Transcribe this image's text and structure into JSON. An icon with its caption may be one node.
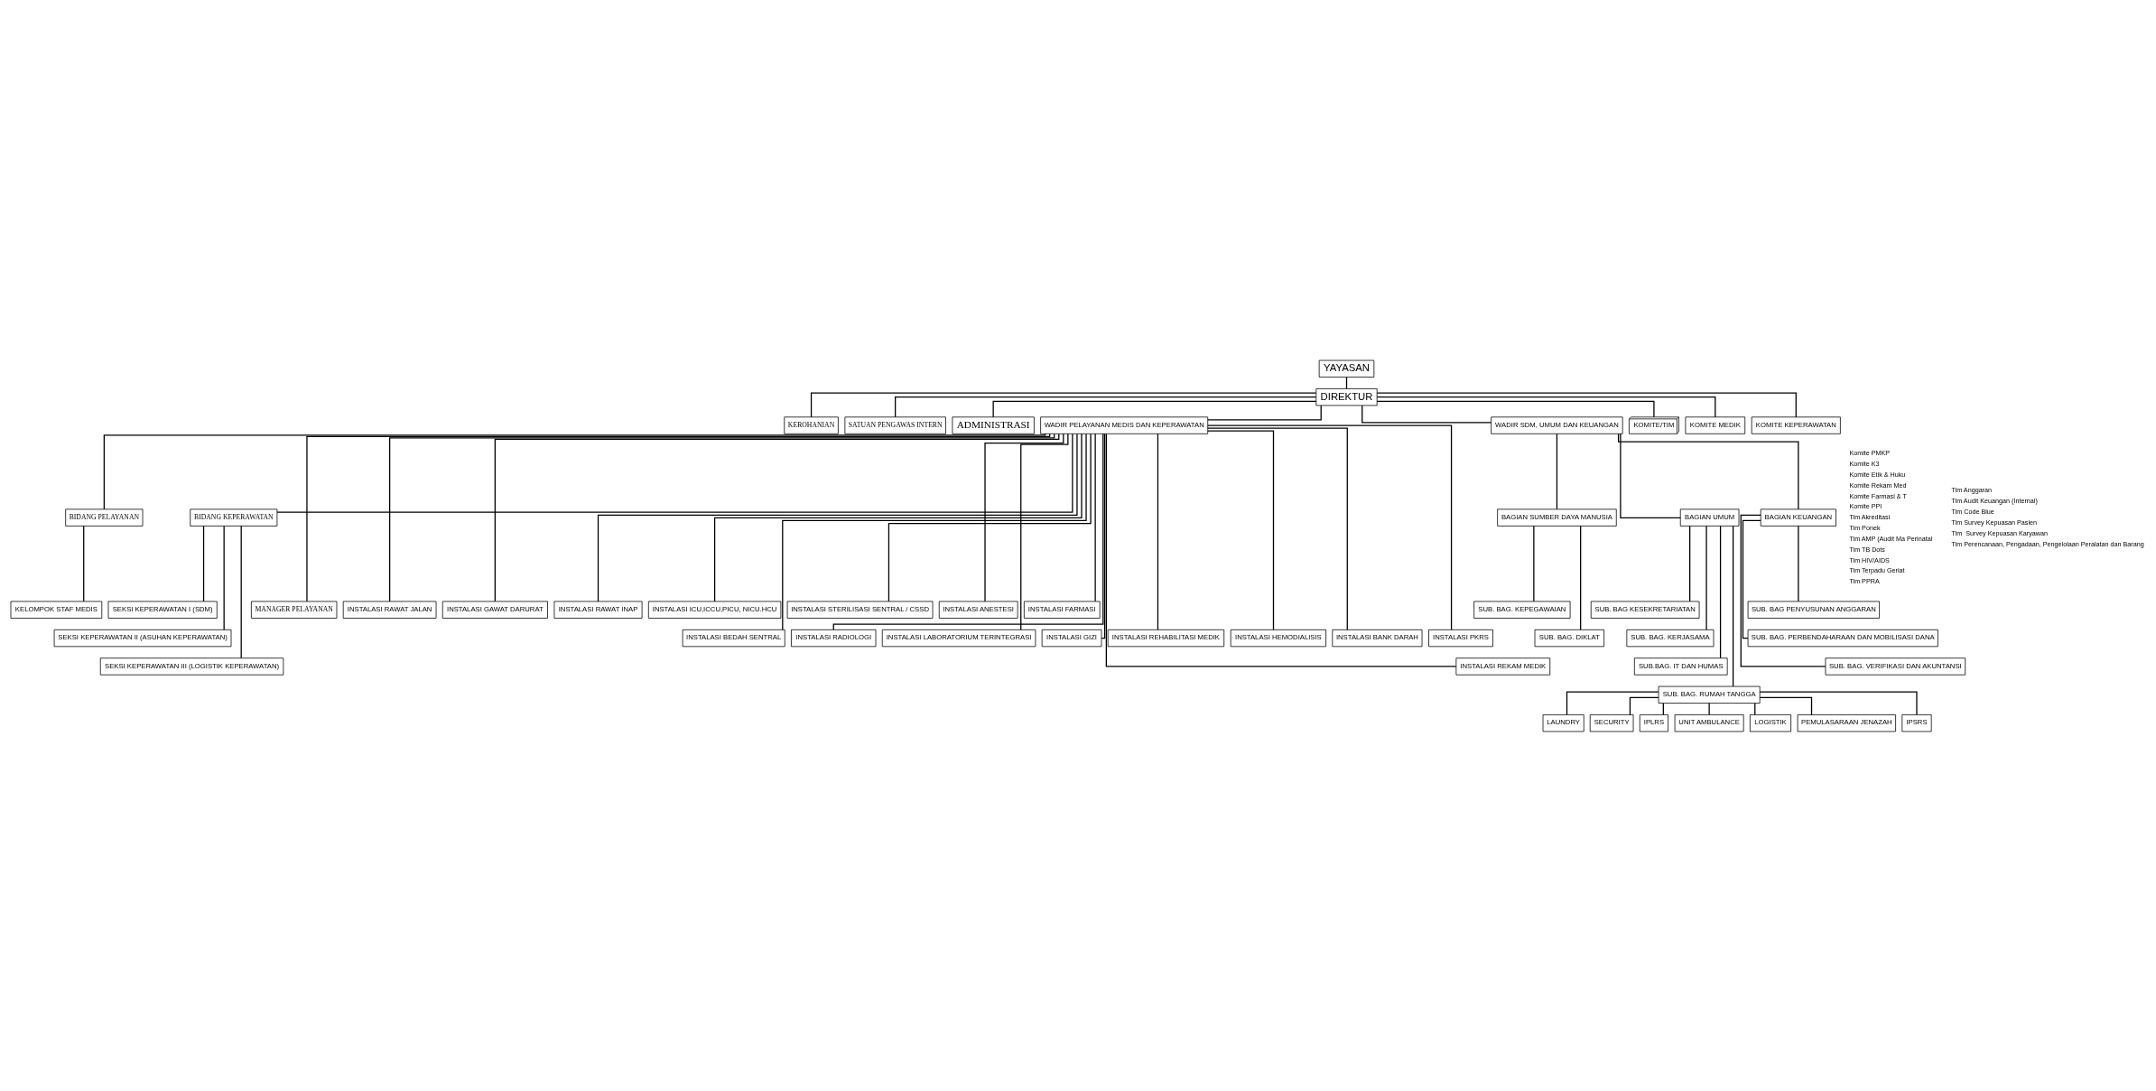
{
  "diagram": {
    "nodes": [
      {
        "text": [
          "YAYASAN"
        ]
      },
      {
        "text": [
          "DIREKTUR"
        ]
      },
      {
        "text": [
          "KEROHANIAN"
        ]
      },
      {
        "text": [
          "SATUAN PENGAWAS INTERN"
        ]
      },
      {
        "text": [
          "ADMINISTRASI"
        ]
      },
      {
        "text": [
          "WADIR PELAYANAN MEDIS DAN KEPERAWATAN"
        ]
      },
      {
        "text": [
          "WADIR SDM, UMUM DAN KEUANGAN"
        ]
      },
      {
        "text": [
          "KOMITE/TIM"
        ]
      },
      {
        "text": [
          "KOMITE MEDIK"
        ]
      },
      {
        "text": [
          "KOMITE KEPERAWATAN"
        ]
      },
      {
        "text": [
          "BIDANG PELAYANAN"
        ]
      },
      {
        "text": [
          "BIDANG KEPERAWATAN"
        ]
      },
      {
        "text": [
          "MANAGER PELAYANAN"
        ]
      },
      {
        "text": [
          "KELOMPOK STAF MEDIS"
        ]
      },
      {
        "text": [
          "SEKSI KEPERAWATAN I (SDM)"
        ]
      },
      {
        "text": [
          "SEKSI KEPERAWATAN II (ASUHAN KEPERAWATAN)"
        ]
      },
      {
        "text": [
          "SEKSI KEPERAWATAN III (LOGISTIK KEPERAWATAN)"
        ]
      },
      {
        "text": [
          "BAGIAN SUMBER DAYA MANUSIA"
        ]
      },
      {
        "text": [
          "BAGIAN UMUM"
        ]
      },
      {
        "text": [
          "BAGIAN KEUANGAN"
        ]
      },
      {
        "text": [
          "SUB. BAG. KEPEGAWAIAN"
        ]
      },
      {
        "text": [
          "SUB. BAG. DIKLAT"
        ]
      },
      {
        "text": [
          "SUB. BAG KESEKRETARIATAN"
        ]
      },
      {
        "text": [
          "SUB. BAG. KERJASAMA"
        ]
      },
      {
        "text": [
          "SUB.BAG. IT DAN HUMAS"
        ]
      },
      {
        "text": [
          "SUB. BAG. RUMAH TANGGA"
        ]
      },
      {
        "text": [
          "SUB. BAG PENYUSUNAN ANGGARAN"
        ]
      },
      {
        "text": [
          "SUB. BAG. PERBENDAHARAAN DAN MOBILISASI DANA"
        ]
      },
      {
        "text": [
          "SUB. BAG. VERIFIKASI DAN AKUNTANSI"
        ]
      },
      {
        "text": [
          "LAUNDRY"
        ]
      },
      {
        "text": [
          "SECURITY"
        ]
      },
      {
        "text": [
          "IPLRS"
        ]
      },
      {
        "text": [
          "UNIT AMBULANCE"
        ]
      },
      {
        "text": [
          "LOGISTIK"
        ]
      },
      {
        "text": [
          "PEMULASARAAN JENAZAH"
        ]
      },
      {
        "text": [
          "IPSRS"
        ]
      },
      {
        "text": [
          "INSTALASI RAWAT JALAN"
        ]
      },
      {
        "text": [
          "INSTALASI GAWAT DARURAT"
        ]
      },
      {
        "text": [
          "INSTALASI RAWAT INAP"
        ]
      },
      {
        "text": [
          "INSTALASI ICU,ICCU,PICU, NICU.HCU"
        ]
      },
      {
        "text": [
          "INSTALASI STERILISASI SENTRAL / CSSD"
        ]
      },
      {
        "text": [
          "INSTALASI ANESTESI"
        ]
      },
      {
        "text": [
          "INSTALASI FARMASI"
        ]
      },
      {
        "text": [
          "INSTALASI BEDAH SENTRAL"
        ]
      },
      {
        "text": [
          "INSTALASI RADIOLOGI"
        ]
      },
      {
        "text": [
          "INSTALASI LABORATORIUM TERINTEGRASI"
        ]
      },
      {
        "text": [
          "INSTALASI GIZI"
        ]
      },
      {
        "text": [
          "INSTALASI REHABILITASI MEDIK"
        ]
      },
      {
        "text": [
          "INSTALASI HEMODIALISIS"
        ]
      },
      {
        "text": [
          "INSTALASI BANK DARAH"
        ]
      },
      {
        "text": [
          "INSTALASI PKRS"
        ]
      },
      {
        "text": [
          "INSTALASI REKAM MEDIK"
        ]
      }
    ],
    "edges": [
      {
        "from": 0,
        "to": 1,
        "arrow": "none"
      },
      {
        "from": 1,
        "to": 2,
        "arrow": "none"
      },
      {
        "from": 1,
        "to": 3,
        "arrow": "none"
      },
      {
        "from": 1,
        "to": 4,
        "arrow": "none"
      },
      {
        "from": 1,
        "to": 5,
        "arrow": "none"
      },
      {
        "from": 1,
        "to": 6,
        "arrow": "none"
      },
      {
        "from": 1,
        "to": 7,
        "arrow": "none"
      },
      {
        "from": 1,
        "to": 8,
        "arrow": "none"
      },
      {
        "from": 1,
        "to": 9,
        "arrow": "none"
      },
      {
        "from": 5,
        "to": 10,
        "arrow": "none"
      },
      {
        "from": 5,
        "to": 11,
        "arrow": "none"
      },
      {
        "from": 5,
        "to": 12,
        "arrow": "none"
      },
      {
        "from": 10,
        "to": 13,
        "arrow": "none"
      },
      {
        "from": 11,
        "to": 14,
        "arrow": "none"
      },
      {
        "from": 11,
        "to": 15,
        "arrow": "none"
      },
      {
        "from": 11,
        "to": 16,
        "arrow": "none"
      },
      {
        "from": 6,
        "to": 17,
        "arrow": "none"
      },
      {
        "from": 6,
        "to": 18,
        "arrow": "none"
      },
      {
        "from": 6,
        "to": 19,
        "arrow": "none"
      },
      {
        "from": 17,
        "to": 20,
        "arrow": "none"
      },
      {
        "from": 17,
        "to": 21,
        "arrow": "none"
      },
      {
        "from": 18,
        "to": 22,
        "arrow": "none"
      },
      {
        "from": 18,
        "to": 23,
        "arrow": "none"
      },
      {
        "from": 18,
        "to": 24,
        "arrow": "none"
      },
      {
        "from": 18,
        "to": 25,
        "arrow": "none"
      },
      {
        "from": 19,
        "to": 26,
        "arrow": "none"
      },
      {
        "from": 19,
        "to": 27,
        "arrow": "none"
      },
      {
        "from": 19,
        "to": 28,
        "arrow": "none"
      },
      {
        "from": 25,
        "to": 29,
        "arrow": "none"
      },
      {
        "from": 25,
        "to": 30,
        "arrow": "none"
      },
      {
        "from": 25,
        "to": 31,
        "arrow": "none"
      },
      {
        "from": 25,
        "to": 32,
        "arrow": "none"
      },
      {
        "from": 25,
        "to": 33,
        "arrow": "none"
      },
      {
        "from": 25,
        "to": 34,
        "arrow": "none"
      },
      {
        "from": 25,
        "to": 35,
        "arrow": "none"
      },
      {
        "from": 5,
        "to": 36,
        "arrow": "none"
      },
      {
        "from": 5,
        "to": 37,
        "arrow": "none"
      },
      {
        "from": 5,
        "to": 38,
        "arrow": "none"
      },
      {
        "from": 5,
        "to": 39,
        "arrow": "none"
      },
      {
        "from": 5,
        "to": 40,
        "arrow": "none"
      },
      {
        "from": 5,
        "to": 41,
        "arrow": "none"
      },
      {
        "from": 5,
        "to": 42,
        "arrow": "none"
      },
      {
        "from": 5,
        "to": 43,
        "arrow": "none"
      },
      {
        "from": 5,
        "to": 44,
        "arrow": "none"
      },
      {
        "from": 5,
        "to": 45,
        "arrow": "none"
      },
      {
        "from": 5,
        "to": 46,
        "arrow": "none"
      },
      {
        "from": 5,
        "to": 47,
        "arrow": "none"
      },
      {
        "from": 5,
        "to": 48,
        "arrow": "none"
      },
      {
        "from": 5,
        "to": 49,
        "arrow": "none"
      },
      {
        "from": 5,
        "to": 50,
        "arrow": "none"
      },
      {
        "from": 5,
        "to": 51,
        "arrow": "none"
      }
    ],
    "labels": [
      "Komite PMKP",
      "Komite K3",
      "Komite Etik & Huku",
      "Komite Rekam Med",
      "Komite Farmasi & T",
      "Komite PPI",
      "Tim Akreditasi",
      "Tim Ponek",
      "Tim AMP (Audit Ma Perinatal",
      "Tim TB Dots",
      "Tim HIV/AIDS",
      "Tim Terpadu Geriat",
      "Tim PPRA",
      "Tim Anggaran",
      "Tim Audit Keuangan (Internal)",
      "Tim Code Blue",
      "Tim Survey Kepuasan Pasien",
      "Tim  Survey Kepuasan Karyawan",
      "Tim Perencanaan, Pengadaan, Pengelolaan Peralatan dan Barang"
    ]
  }
}
